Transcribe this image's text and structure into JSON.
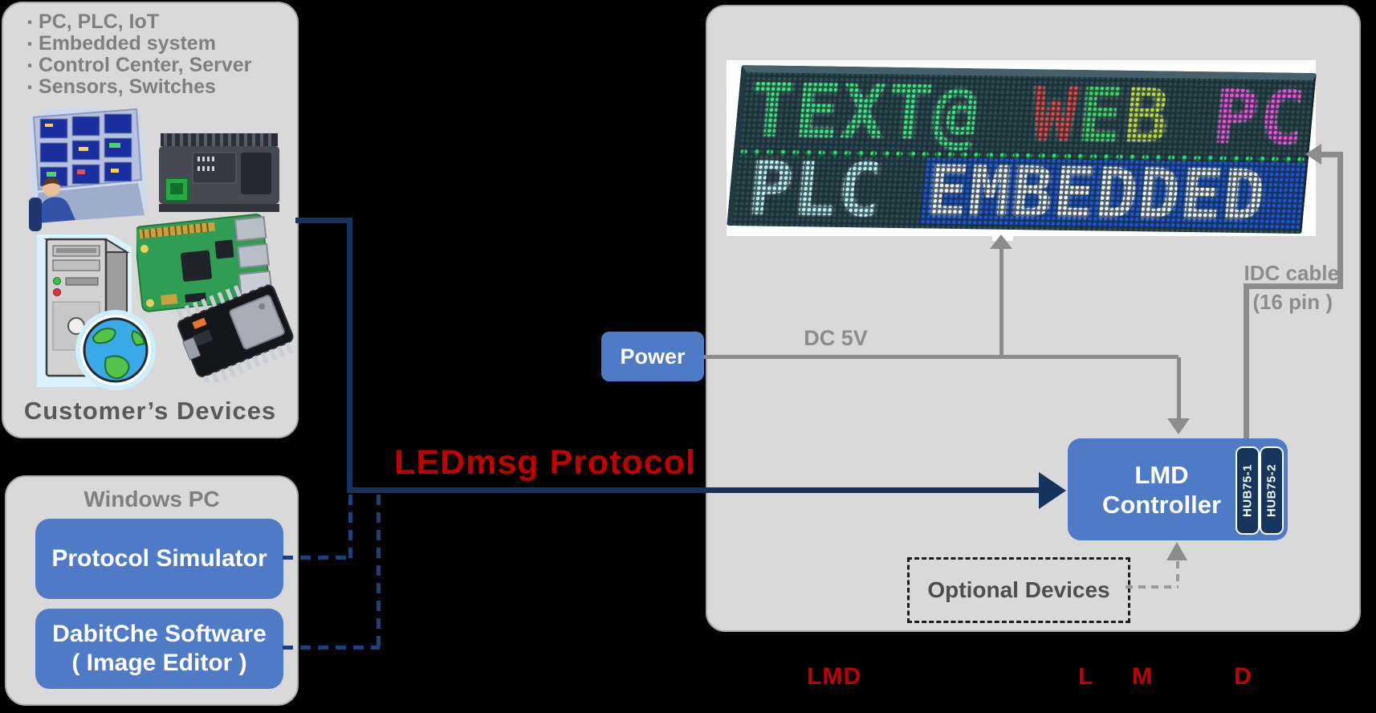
{
  "colors": {
    "bg": "#000000",
    "panel": "#d9d9d9",
    "panel-border": "#a9a9a9",
    "blue": "#4f7ac5",
    "navy": "#14335f",
    "navy-dash": "#1f3f77",
    "hub-navy": "#17365d",
    "red": "#c00000",
    "gray-line": "#8c8c8c",
    "text-gray": "#7f7f7f",
    "text-dark": "#595959"
  },
  "customer_box": {
    "bullets": [
      "PC, PLC, IoT",
      "Embedded system",
      "Control Center, Server",
      "Sensors, Switches"
    ],
    "caption": "Customer’s Devices"
  },
  "windows_box": {
    "title": "Windows PC",
    "protocol_simulator": "Protocol Simulator",
    "dabitche_line1": "DabitChe Software",
    "dabitche_line2": "( Image Editor )"
  },
  "connections": {
    "protocol_label": "LEDmsg Protocol",
    "dc5v_label": "DC 5V",
    "idc_label_line1": "IDC cable",
    "idc_label_line2": "(16 pin )"
  },
  "power_button": {
    "label": "Power"
  },
  "lmd_controller": {
    "line1": "LMD",
    "line2": "Controller",
    "ports": [
      "HUB75-1",
      "HUB75-2"
    ]
  },
  "optional_devices": {
    "label": "Optional Devices"
  },
  "led_display": {
    "row1": [
      {
        "text": "TEXT@",
        "color": "#42e184"
      },
      {
        "text": "W",
        "color": "#e04747"
      },
      {
        "text": "E",
        "color": "#43d56d"
      },
      {
        "text": "B",
        "color": "#b9d74e"
      },
      {
        "text": "PC",
        "color": "#e455d9"
      }
    ],
    "row2_left": {
      "text": "PLC",
      "color": "#b9f1f5"
    },
    "row2_right": {
      "text": "EMBEDDED",
      "color": "#edf5ff",
      "band_color": "#1c55d4"
    }
  },
  "footer": {
    "letters": [
      "LMD",
      "L",
      "M",
      "D"
    ]
  }
}
